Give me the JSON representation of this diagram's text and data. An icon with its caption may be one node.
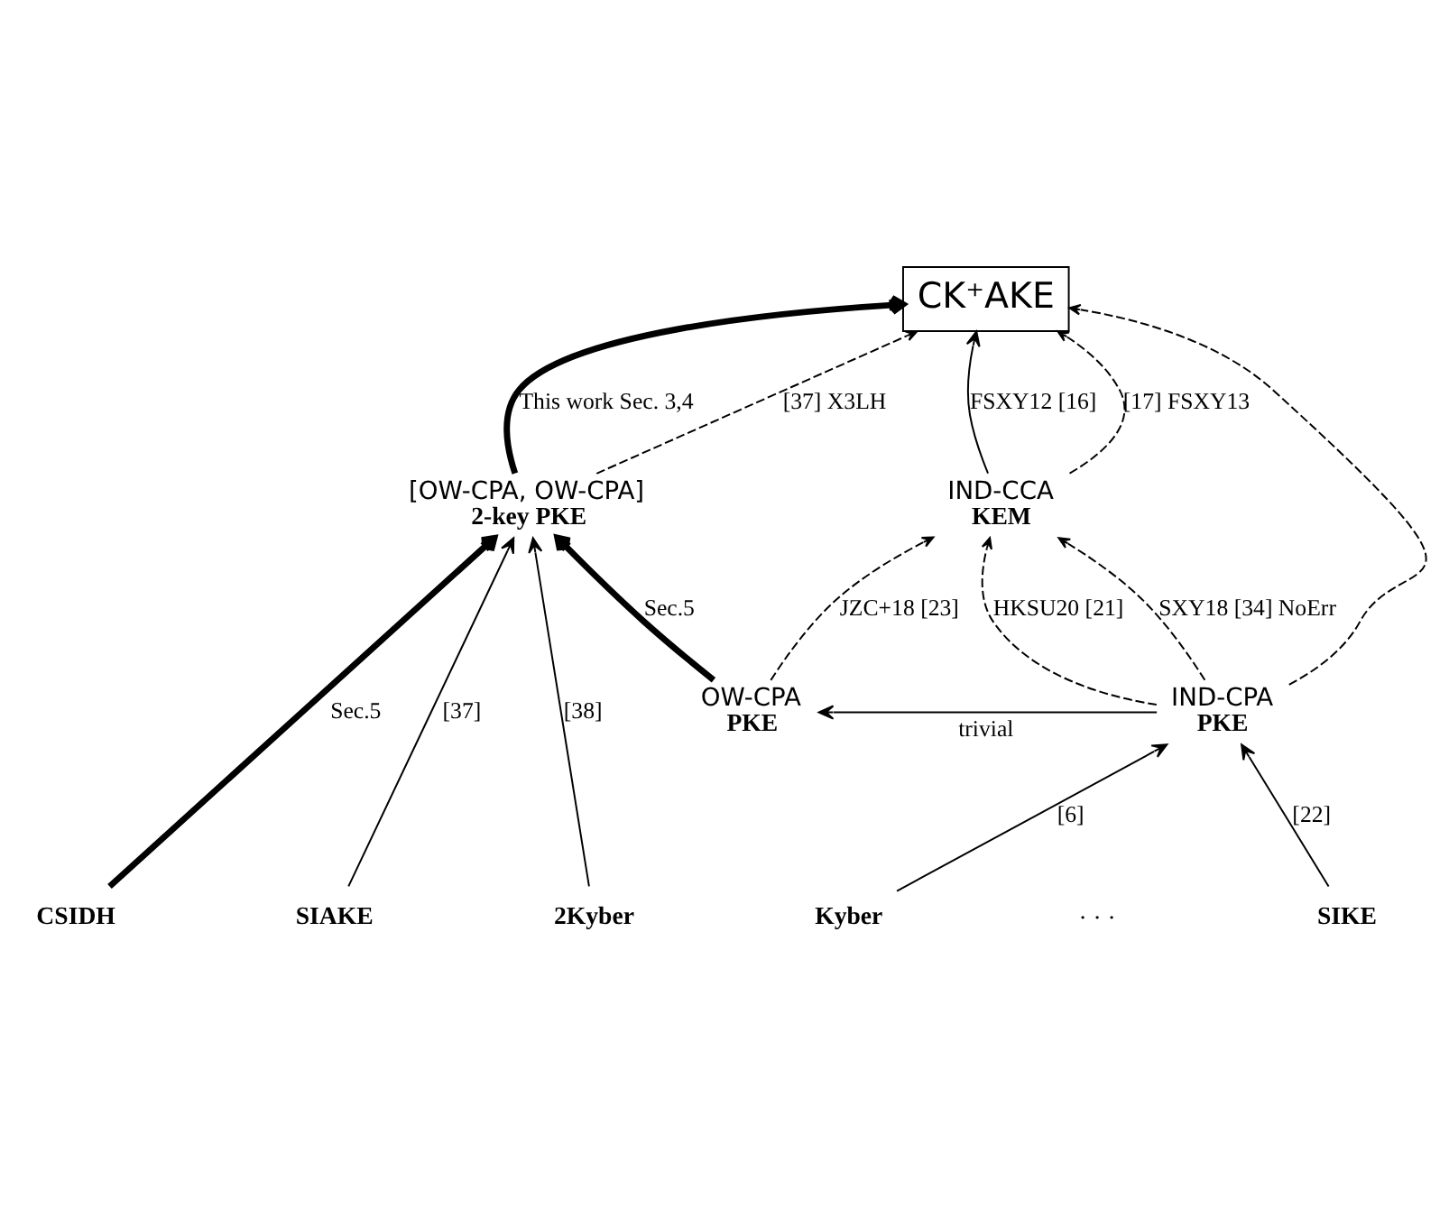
{
  "diagram": {
    "nodes": [
      {
        "text": [
          "CK⁺AKE"
        ]
      },
      {
        "text": [
          "[OW-CPA, OW-CPA]",
          "2-key PKE"
        ]
      },
      {
        "text": [
          "IND-CCA",
          "KEM"
        ]
      },
      {
        "text": [
          "OW-CPA",
          "PKE"
        ]
      },
      {
        "text": [
          "IND-CPA",
          "PKE"
        ]
      },
      {
        "text": [
          "CSIDH"
        ]
      },
      {
        "text": [
          "SIAKE"
        ]
      },
      {
        "text": [
          "2Kyber"
        ]
      },
      {
        "text": [
          "Kyber"
        ]
      },
      {
        "text": [
          "SIKE"
        ]
      }
    ],
    "edges": [
      {
        "from": 1,
        "to": 0,
        "arrow": "to",
        "style": "thick",
        "label": "This work Sec. 3,4"
      },
      {
        "from": 1,
        "to": 0,
        "arrow": "to",
        "style": "dashed",
        "label": "[37] X3LH"
      },
      {
        "from": 2,
        "to": 0,
        "arrow": "to",
        "style": "dashed",
        "label": "[17] FSXY13"
      },
      {
        "from": 2,
        "to": 0,
        "arrow": "to",
        "label": "FSXY12 [16]"
      },
      {
        "from": 4,
        "to": 0,
        "arrow": "to",
        "style": "dashed"
      },
      {
        "from": 4,
        "to": 2,
        "arrow": "to",
        "style": "dashed",
        "label": "HKSU20 [21]"
      },
      {
        "from": 4,
        "to": 2,
        "arrow": "to",
        "style": "dashed",
        "label": "SXY18 [34] NoErr"
      },
      {
        "from": 3,
        "to": 2,
        "arrow": "to",
        "style": "dashed",
        "label": "JZC+18 [23]"
      },
      {
        "from": 4,
        "to": 3,
        "arrow": "to",
        "label": "trivial"
      },
      {
        "from": 3,
        "to": 1,
        "arrow": "to",
        "style": "thick",
        "label": "Sec.5"
      },
      {
        "from": 5,
        "to": 1,
        "arrow": "to",
        "style": "thick",
        "label": "Sec.5"
      },
      {
        "from": 6,
        "to": 1,
        "arrow": "to",
        "label": "[37]"
      },
      {
        "from": 7,
        "to": 1,
        "arrow": "to",
        "label": "[38]"
      },
      {
        "from": 8,
        "to": 4,
        "arrow": "to",
        "label": "[6]"
      },
      {
        "from": 9,
        "to": 4,
        "arrow": "to",
        "label": "[22]"
      }
    ],
    "labels": [
      "· · ·"
    ]
  }
}
